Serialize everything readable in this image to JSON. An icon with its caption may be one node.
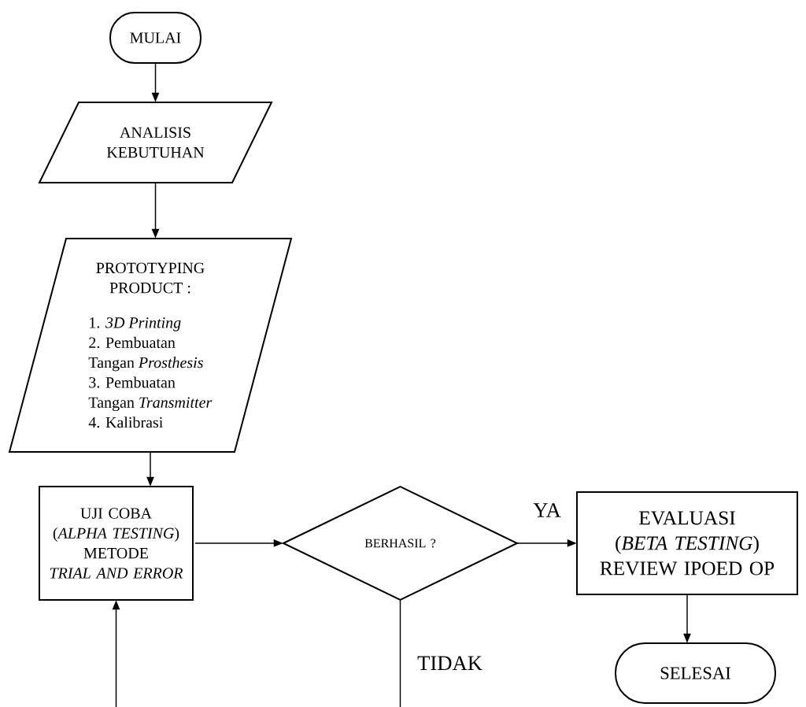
{
  "diagram": {
    "nodes": [
      {
        "text": [
          "MULAI"
        ]
      },
      {
        "text": [
          "ANALISIS KEBUTUHAN"
        ]
      },
      {
        "text": [
          "PROTOTYPING PRODUCT :",
          "1. *3D Printing*",
          "2. Pembuatan Tangan *Prosthesis*",
          "3. Pembuatan Tangan *Transmitter*",
          "4. Kalibrasi"
        ]
      },
      {
        "text": [
          "UJI COBA",
          "(*ALPHA TESTING*)",
          "METODE",
          "*TRIAL AND ERROR*"
        ]
      },
      {
        "text": [
          "BERHASIL ?"
        ]
      },
      {
        "text": [
          "EVALUASI",
          "(*BETA TESTING*)",
          "REVIEW IPOED OP"
        ]
      },
      {
        "text": [
          "SELESAI"
        ]
      }
    ],
    "edges": [
      {
        "from": 0,
        "to": 1,
        "arrow": "to"
      },
      {
        "from": 1,
        "to": 2,
        "arrow": "to"
      },
      {
        "from": 2,
        "to": 3,
        "arrow": "to"
      },
      {
        "from": 3,
        "to": 4,
        "arrow": "to"
      },
      {
        "from": 4,
        "to": 5,
        "arrow": "to",
        "label": "YA"
      },
      {
        "from": 5,
        "to": 6,
        "arrow": "to"
      },
      {
        "from": 4,
        "to": 3,
        "arrow": "to",
        "label": "TIDAK"
      }
    ]
  }
}
